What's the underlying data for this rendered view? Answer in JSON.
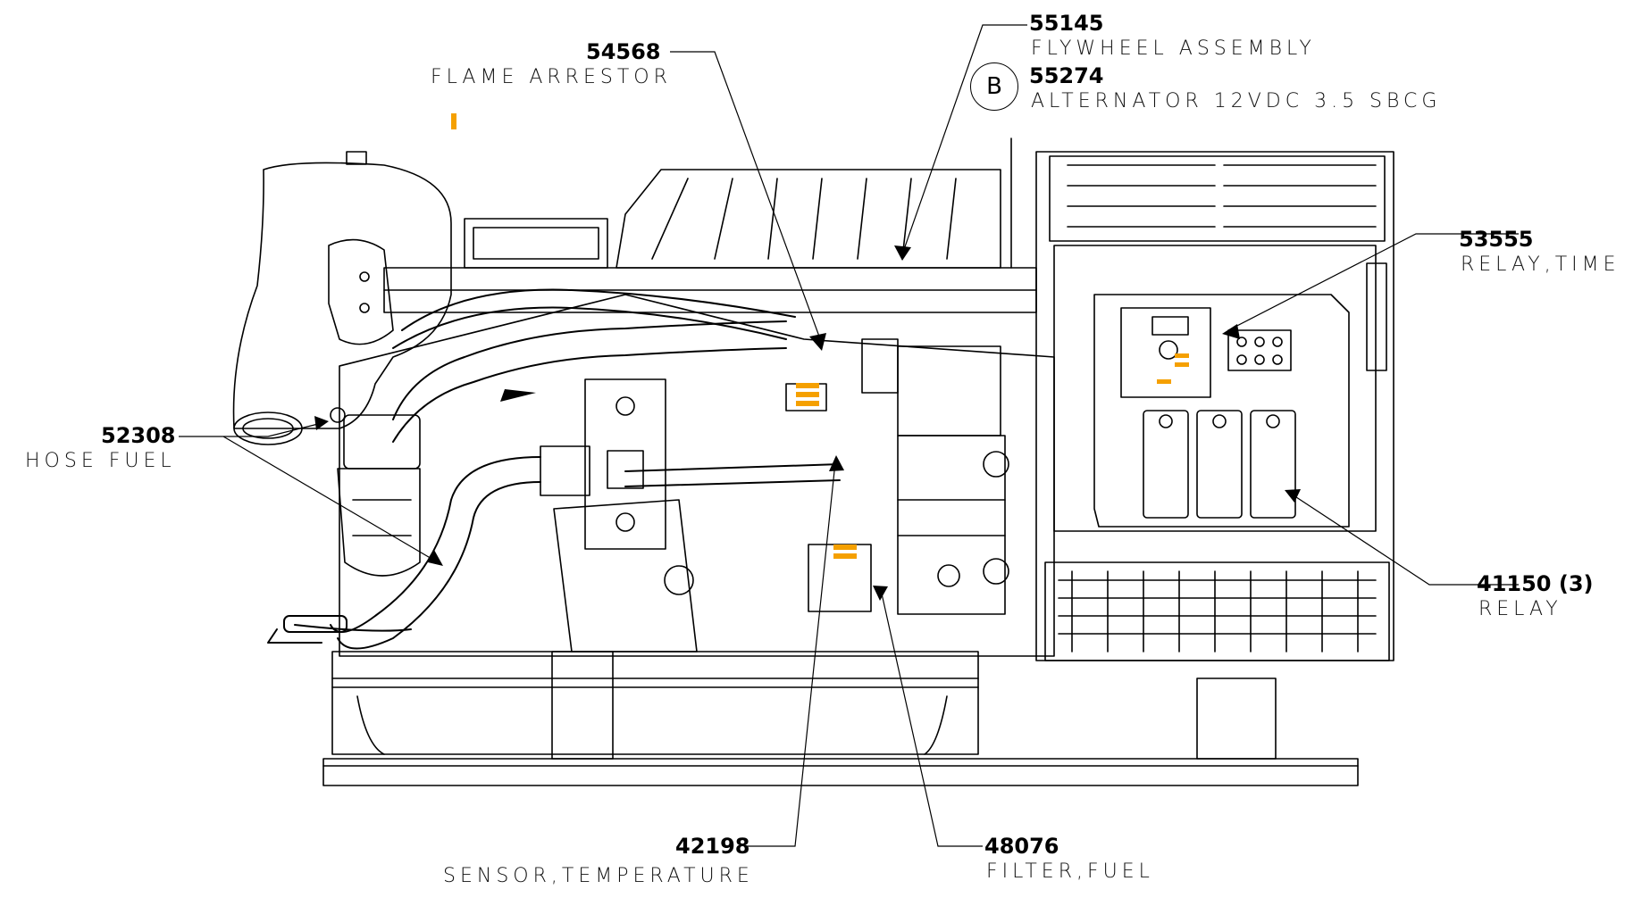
{
  "callouts": [
    {
      "part": "54568",
      "desc": "FLAME ARRESTOR"
    },
    {
      "part": "55145",
      "desc": "FLYWHEEL ASSEMBLY"
    },
    {
      "part": "55274",
      "desc": "ALTERNATOR 12VDC 3.5 SBCG",
      "marker": "B"
    },
    {
      "part": "53555",
      "desc": "RELAY,TIME"
    },
    {
      "part": "52308",
      "desc": "HOSE FUEL"
    },
    {
      "part": "41150 (3)",
      "desc": "RELAY"
    },
    {
      "part": "42198",
      "desc": "SENSOR,TEMPERATURE"
    },
    {
      "part": "48076",
      "desc": "FILTER,FUEL"
    }
  ],
  "colors": {
    "line": "#000000",
    "highlight": "#f5a000",
    "background": "#ffffff"
  }
}
